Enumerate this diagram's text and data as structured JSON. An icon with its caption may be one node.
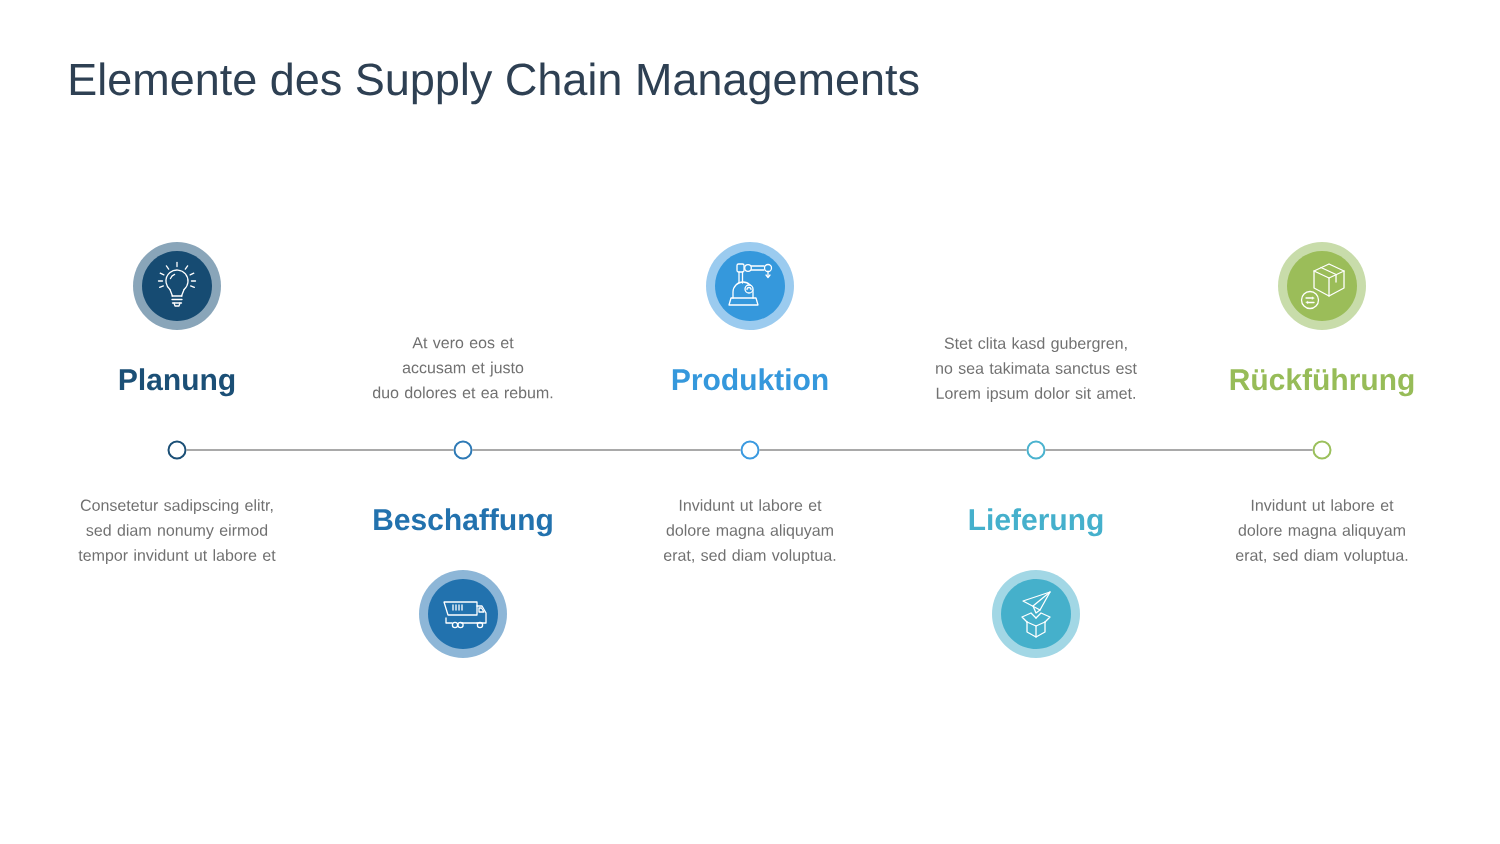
{
  "diagram": {
    "title": "Elemente des Supply Chain Managements",
    "nodes": [
      {
        "text": [],
        "shape": "circle",
        "beside": [
          "Planung",
          "Consetetur sadipscing elitr, sed diam nonumy eirmod tempor invidunt ut labore et"
        ]
      },
      {
        "text": [],
        "shape": "circle",
        "beside": [
          "Beschaffung",
          "At vero eos et accusam et justo duo dolores et ea rebum."
        ]
      },
      {
        "text": [],
        "shape": "circle",
        "beside": [
          "Produktion",
          "Invidunt ut labore et dolore magna aliquyam erat, sed diam voluptua."
        ]
      },
      {
        "text": [],
        "shape": "circle",
        "beside": [
          "Lieferung",
          "Stet clita kasd gubergren, no sea takimata sanctus est Lorem ipsum dolor sit amet."
        ]
      },
      {
        "text": [],
        "shape": "circle",
        "beside": [
          "Rückführung",
          "Invidunt ut labore et dolore magna aliquyam erat, sed diam voluptua."
        ]
      }
    ],
    "edges": [
      {
        "from": 0,
        "to": 1,
        "arrow": "none"
      },
      {
        "from": 1,
        "to": 2,
        "arrow": "none"
      },
      {
        "from": 2,
        "to": 3,
        "arrow": "none"
      },
      {
        "from": 3,
        "to": 4,
        "arrow": "none"
      }
    ]
  }
}
